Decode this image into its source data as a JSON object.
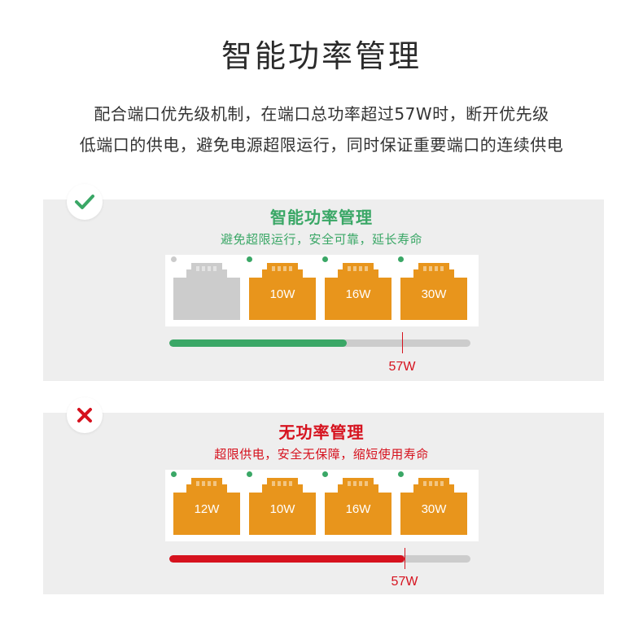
{
  "header": {
    "title": "智能功率管理",
    "description_line1": "配合端口优先级机制，在端口总功率超过57W时，断开优先级",
    "description_line2": "低端口的供电，避免电源超限运行，同时保证重要端口的连续供电"
  },
  "colors": {
    "green": "#3aa766",
    "red": "#d6121e",
    "orange": "#e8951c",
    "gray_port": "#cccccc",
    "panel_bg": "#eeeeee",
    "track": "#cccccc"
  },
  "smart_panel": {
    "status_icon": "check-icon",
    "title": "智能功率管理",
    "subtitle": "避免超限运行，安全可靠，延长寿命",
    "ports": [
      {
        "label": "",
        "active": false
      },
      {
        "label": "10W",
        "active": true
      },
      {
        "label": "16W",
        "active": true
      },
      {
        "label": "30W",
        "active": true
      }
    ],
    "progress_fraction": 0.59,
    "limit_label": "57W"
  },
  "no_mgmt_panel": {
    "status_icon": "cross-icon",
    "title": "无功率管理",
    "subtitle": "超限供电，安全无保障，缩短使用寿命",
    "ports": [
      {
        "label": "12W",
        "active": true
      },
      {
        "label": "10W",
        "active": true
      },
      {
        "label": "16W",
        "active": true
      },
      {
        "label": "30W",
        "active": true
      }
    ],
    "progress_fraction": 0.78,
    "limit_label": "57W"
  }
}
